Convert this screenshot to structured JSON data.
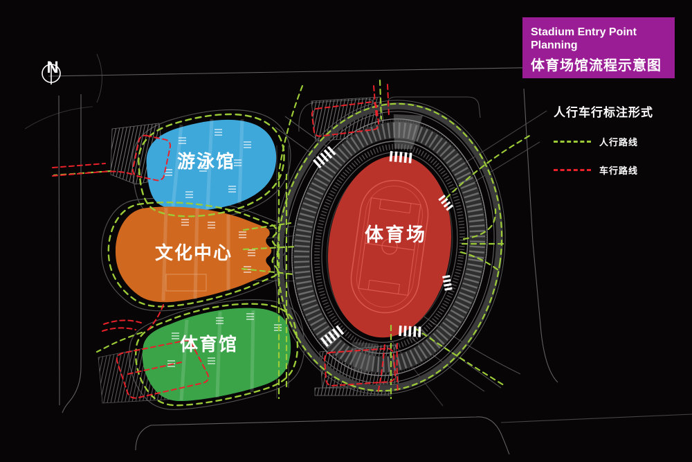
{
  "north": {
    "label": "N"
  },
  "title_box": {
    "line1": "Stadium Entry Point",
    "line2": "Planning",
    "line3": "体育场馆流程示意图",
    "bg_color": "#9A1D96",
    "text_color": "#FFFFFF"
  },
  "legend": {
    "title": "人行车行标注形式",
    "items": [
      {
        "label": "人行路线",
        "color": "#9CCB37",
        "style": "dashed"
      },
      {
        "label": "车行路线",
        "color": "#E8212A",
        "style": "dashed"
      }
    ]
  },
  "venues": [
    {
      "label": "游泳馆",
      "color": "#3FA8DB"
    },
    {
      "label": "文化中心",
      "color": "#D0691F"
    },
    {
      "label": "体育馆",
      "color": "#3BA449"
    },
    {
      "label": "体育场",
      "color": "#C1352C"
    }
  ],
  "map_colors": {
    "background": "#070505",
    "road": "#666666",
    "parcel_outline": "#4F4F4F",
    "stadium_structure": "#8A8A8A",
    "crosswalk": "#FFFFFF"
  }
}
